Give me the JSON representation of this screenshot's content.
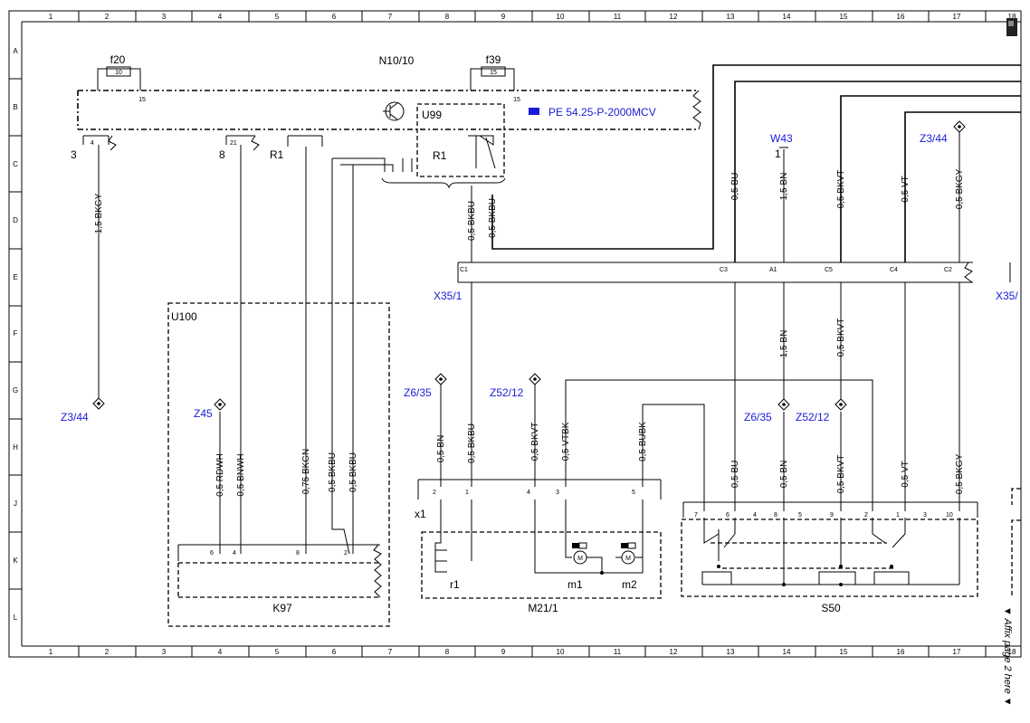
{
  "grid": {
    "cols": [
      "1",
      "2",
      "3",
      "4",
      "5",
      "6",
      "7",
      "8",
      "9",
      "10",
      "11",
      "12",
      "13",
      "14",
      "15",
      "16",
      "17",
      "18"
    ],
    "rows": [
      "A",
      "B",
      "C",
      "D",
      "E",
      "F",
      "G",
      "H",
      "J",
      "K",
      "L"
    ]
  },
  "components": {
    "n10": "N10/10",
    "f20": "f20",
    "f20_val": "10",
    "f39": "f39",
    "f39_val": "15",
    "u99": "U99",
    "u100": "U100",
    "r1a": "R1",
    "r1b": "R1",
    "k97": "K97",
    "m21": "M21/1",
    "s50": "S50",
    "x1": "x1",
    "r1s": "r1",
    "m1": "m1",
    "m2": "m2",
    "ref_pe": "PE 54.25-P-2000MCV"
  },
  "points": {
    "z344_top": "Z3/44",
    "z344_left": "Z3/44",
    "z45": "Z45",
    "z635_a": "Z6/35",
    "z635_b": "Z6/35",
    "z5212_a": "Z52/12",
    "z5212_b": "Z52/12",
    "w43": "W43",
    "x351": "X35/1",
    "x351_edge": "X35/"
  },
  "pins": {
    "p3": "3",
    "p8": "8",
    "p15a": "15",
    "p15b": "15",
    "p4": "4",
    "p21": "21",
    "w43_1": "1",
    "c1": "C1",
    "c3": "C3",
    "a1": "A1",
    "c5": "C5",
    "c4": "C4",
    "c2": "C2",
    "k6": "6",
    "k4": "4",
    "k8": "8",
    "k2": "2",
    "x2": "2",
    "x1": "1",
    "x4": "4",
    "x3": "3",
    "x5": "5",
    "s7": "7",
    "s6": "6",
    "s4": "4",
    "s8": "8",
    "s5": "5",
    "s9": "9",
    "s2": "2",
    "s1": "1",
    "s3": "3",
    "s10": "10"
  },
  "wires": {
    "w1": "1,5 BKGY",
    "w2": "0,5 BKBU",
    "w3": "0,5 BKBU",
    "w4": "0,5 BU",
    "w5": "1,5 BN",
    "w6": "0,5 BKVT",
    "w7": "0,5 VT",
    "w8": "0,5 BKGY",
    "w9": "1,5 BN",
    "w10": "0,5 BKVT",
    "w11": "0,5 RDWH",
    "w12": "0,5 BNWH",
    "w13": "0,75 BKGN",
    "w14": "0,5 BKBU",
    "w15": "0,5 BKBU",
    "w16": "0,5 BN",
    "w17": "0,5 BKBU",
    "w18": "0,5 BKVT",
    "w19": "0,5 VTBK",
    "w20": "0,5 BUBK",
    "w21": "0,5 BU",
    "w22": "0,5 BN",
    "w23": "0,5 BKVT",
    "w24": "0,5 VT",
    "w25": "0,5 BKGY"
  },
  "affix_note": "▼ Affix page 2 here ▼"
}
